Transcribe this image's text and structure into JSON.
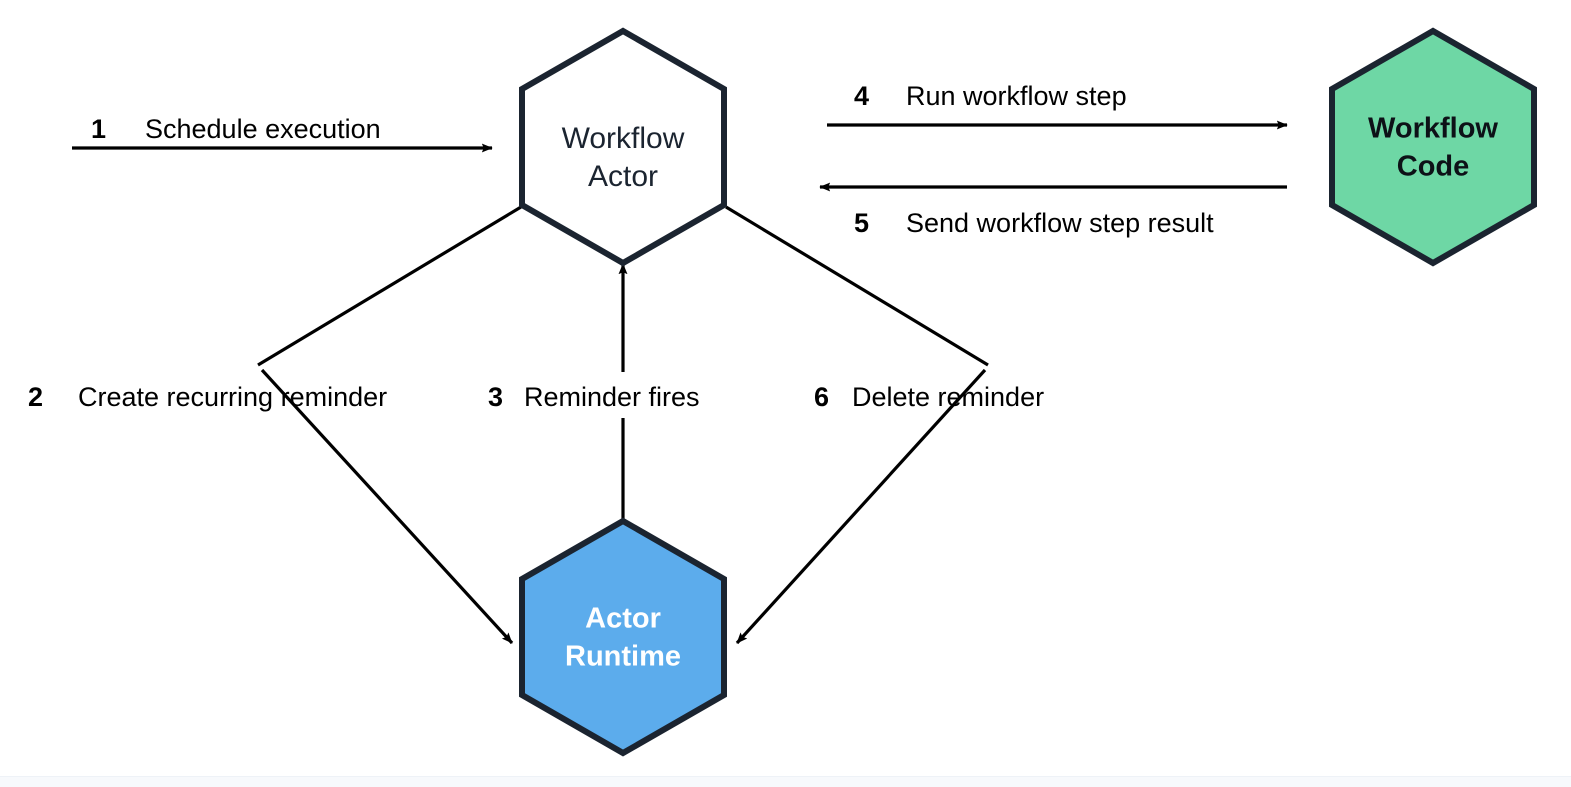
{
  "diagram": {
    "title": "Workflow Actor reminder lifecycle",
    "background_color": "#ffffff",
    "stroke_color": "#1b2430",
    "arrow_color": "#000000",
    "nodes": [
      {
        "id": "workflow-actor",
        "shape": "hexagon",
        "line1": "Workflow",
        "line2": "Actor",
        "fill": "#ffffff",
        "stroke": "#1b2430",
        "text_color": "#1b2430",
        "text_weight": "regular"
      },
      {
        "id": "workflow-code",
        "shape": "hexagon",
        "line1": "Workflow",
        "line2": "Code",
        "fill": "#6ed7a5",
        "stroke": "#1b2430",
        "text_color": "#0d1117",
        "text_weight": "bold"
      },
      {
        "id": "actor-runtime",
        "shape": "hexagon",
        "line1": "Actor",
        "line2": "Runtime",
        "fill": "#5cacec",
        "stroke": "#1b2430",
        "text_color": "#ffffff",
        "text_weight": "bold"
      }
    ],
    "edges": [
      {
        "id": "edge-1",
        "number": "1",
        "label": "Schedule execution",
        "from": "external",
        "to": "workflow-actor",
        "direction": "right"
      },
      {
        "id": "edge-2",
        "number": "2",
        "label": "Create recurring reminder",
        "from": "workflow-actor",
        "to": "actor-runtime",
        "direction": "down-right"
      },
      {
        "id": "edge-3",
        "number": "3",
        "label": "Reminder fires",
        "from": "actor-runtime",
        "to": "workflow-actor",
        "direction": "up"
      },
      {
        "id": "edge-4",
        "number": "4",
        "label": "Run workflow step",
        "from": "workflow-actor",
        "to": "workflow-code",
        "direction": "right"
      },
      {
        "id": "edge-5",
        "number": "5",
        "label": "Send workflow step result",
        "from": "workflow-code",
        "to": "workflow-actor",
        "direction": "left"
      },
      {
        "id": "edge-6",
        "number": "6",
        "label": "Delete reminder",
        "from": "workflow-actor",
        "to": "actor-runtime",
        "direction": "down-left"
      }
    ]
  }
}
